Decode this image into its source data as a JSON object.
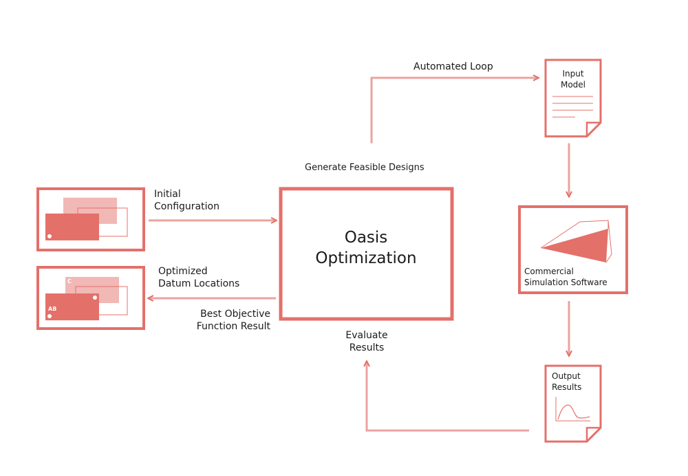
{
  "colors": {
    "accent": "#e4706a",
    "accent_light": "#f1b8b5",
    "accent_mid": "#eba39f"
  },
  "center": {
    "title_line1": "Oasis",
    "title_line2": "Optimization"
  },
  "labels": {
    "automated_loop": "Automated Loop",
    "generate_feasible": "Generate Feasible Designs",
    "initial_line1": "Initial",
    "initial_line2": "Configuration",
    "optimized_line1": "Optimized",
    "optimized_line2": "Datum Locations",
    "best_line1": "Best Objective",
    "best_line2": "Function Result",
    "evaluate_line1": "Evaluate",
    "evaluate_line2": "Results",
    "input_line1": "Input",
    "input_line2": "Model",
    "commercial_line1": "Commercial",
    "commercial_line2": "Simulation Software",
    "output_line1": "Output",
    "output_line2": "Results"
  },
  "datum_tags": {
    "c": "C",
    "ab": "AB"
  }
}
